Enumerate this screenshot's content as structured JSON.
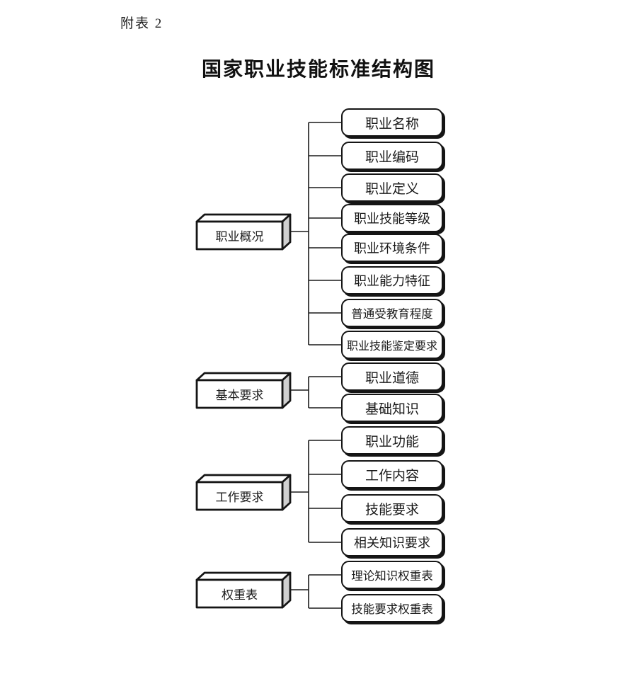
{
  "page": {
    "caption": "附表 2",
    "title": "国家职业技能标准结构图"
  },
  "diagram": {
    "groups": [
      {
        "parent": "职业概况",
        "children": [
          "职业名称",
          "职业编码",
          "职业定义",
          "职业技能等级",
          "职业环境条件",
          "职业能力特征",
          "普通受教育程度",
          "职业技能鉴定要求"
        ]
      },
      {
        "parent": "基本要求",
        "children": [
          "职业道德",
          "基础知识"
        ]
      },
      {
        "parent": "工作要求",
        "children": [
          "职业功能",
          "工作内容",
          "技能要求",
          "相关知识要求"
        ]
      },
      {
        "parent": "权重表",
        "children": [
          "理论知识权重表",
          "技能要求权重表"
        ]
      }
    ],
    "colors": {
      "line": "#1a1a1a",
      "box_border": "#151515",
      "cuboid_side": "#d0d0d0",
      "background": "#ffffff"
    }
  }
}
